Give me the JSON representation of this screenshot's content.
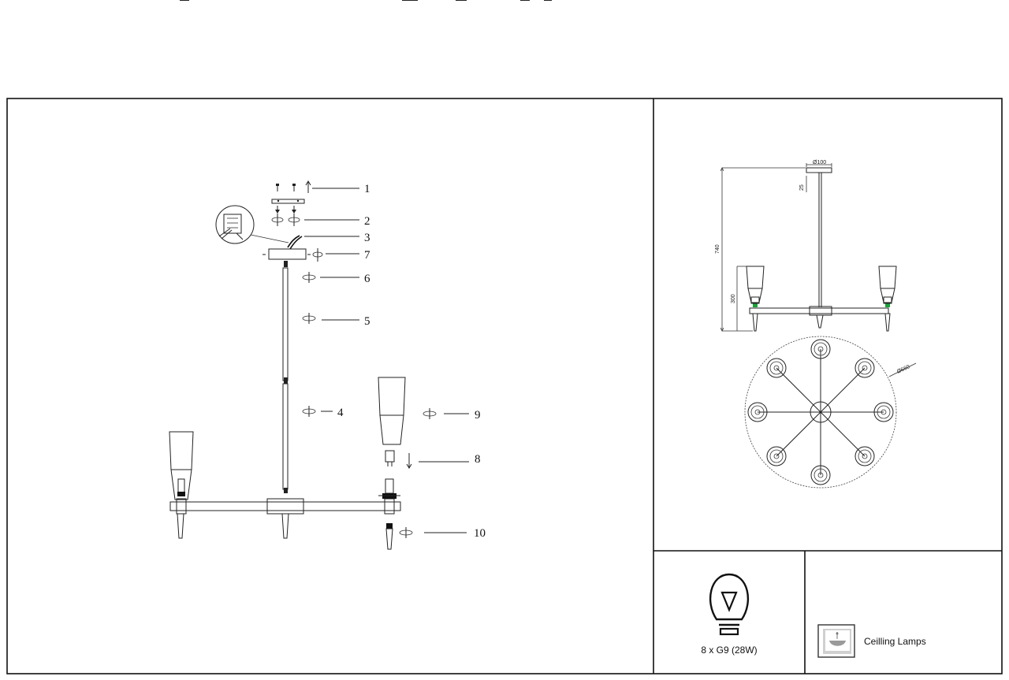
{
  "callouts": [
    "1",
    "2",
    "3",
    "7",
    "6",
    "5",
    "4",
    "9",
    "8",
    "10"
  ],
  "dimensions": {
    "canopy_diameter": "Ø100",
    "canopy_height": "25",
    "total_height": "740",
    "fixture_height": "300",
    "fixture_diameter": "Ø660"
  },
  "specs": {
    "bulb": "8 x G9 (28W)",
    "lamp_type": "Ceilling Lamps"
  },
  "icons": {
    "bulb": "light-bulb-icon",
    "lamp_type": "ceiling-lamp-icon"
  },
  "colors": {
    "line": "#111111",
    "accent_socket": "#1aa33a"
  }
}
